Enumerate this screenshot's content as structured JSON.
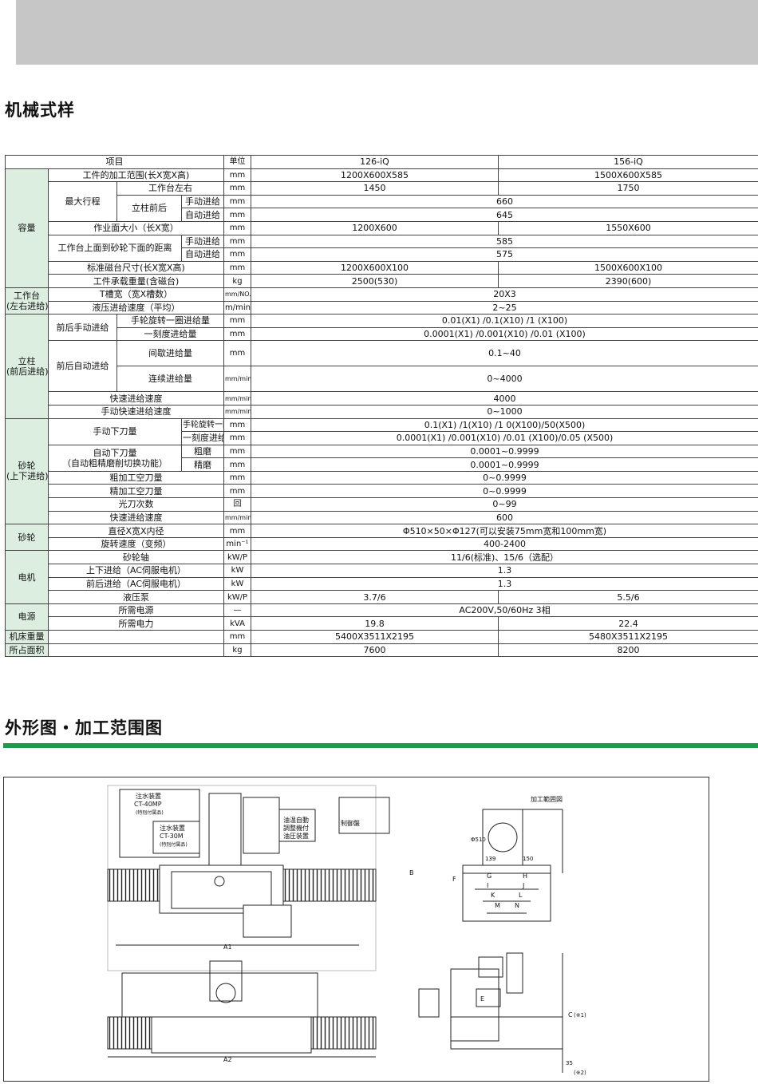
{
  "titles": {
    "spec": "机械式样",
    "drawing": "外形图・加工范围图"
  },
  "header": {
    "item": "项目",
    "unit": "单位",
    "model_a": "126-iQ",
    "model_b": "156-iQ"
  },
  "groups": {
    "capacity": "容量",
    "table_1": "工作台",
    "table_2": "(左右进给)",
    "column_1": "立柱",
    "column_2": "(前后进给)",
    "wheel_1": "砂轮",
    "wheel_2": "(上下进给)",
    "wheel_head": "砂轮",
    "motor": "电机",
    "power": "电源",
    "weight": "机床重量",
    "area": "所占面积"
  },
  "rows": {
    "r1": {
      "label": "工件的加工范围(长X宽X高)",
      "unit": "mm",
      "a": "1200X600X585",
      "b": "1500X600X585"
    },
    "r2": {
      "sub": "最大行程",
      "label": "工作台左右",
      "unit": "mm",
      "a": "1450",
      "b": "1750"
    },
    "r3": {
      "sub": "立柱前后",
      "label": "手动进给",
      "unit": "mm",
      "v": "660"
    },
    "r4": {
      "label": "自动进给",
      "unit": "mm",
      "v": "645"
    },
    "r5": {
      "label": "作业面大小（长X宽）",
      "unit": "mm",
      "a": "1200X600",
      "b": "1550X600"
    },
    "r6": {
      "sub": "工作台上面到砂轮下面的距离",
      "label": "手动进给",
      "unit": "mm",
      "v": "585"
    },
    "r7": {
      "label": "自动进给",
      "unit": "mm",
      "v": "575"
    },
    "r8": {
      "label": "标准磁台尺寸(长X宽X高)",
      "unit": "mm",
      "a": "1200X600X100",
      "b": "1500X600X100"
    },
    "r9": {
      "label": "工件承载重量(含磁台)",
      "unit": "kg",
      "a": "2500(530)",
      "b": "2390(600)"
    },
    "r10": {
      "label": "T槽宽（宽X槽数）",
      "unit": "mm/NO.",
      "v": "20X3"
    },
    "r11": {
      "label": "液压进给速度（平均）",
      "unit": "m/min",
      "v": "2~25"
    },
    "r12": {
      "sub": "前后手动进给",
      "label": "手轮旋转一圈进给量",
      "unit": "mm",
      "v": "0.01(X1) /0.1(X10) /1 (X100)"
    },
    "r13": {
      "label": "一刻度进给量",
      "unit": "mm",
      "v": "0.0001(X1) /0.001(X10) /0.01 (X100)"
    },
    "r14": {
      "sub": "前后自动进给",
      "label": "间歇进给量",
      "unit": "mm",
      "v": "0.1~40"
    },
    "r15": {
      "label": "连续进给量",
      "unit": "mm/min",
      "v": "0~4000"
    },
    "r16": {
      "label": "快速进给速度",
      "unit": "mm/min",
      "v": "4000"
    },
    "r17": {
      "label": "手动快速进给速度",
      "unit": "mm/min",
      "v": "0~1000"
    },
    "r18": {
      "sub": "手动下刀量",
      "label": "手轮旋转一圈进给量",
      "unit": "mm",
      "v": "0.1(X1) /1(X10) /1 0(X100)/50(X500)"
    },
    "r19": {
      "label": "一刻度进给量",
      "unit": "mm",
      "v": "0.0001(X1) /0.001(X10) /0.01 (X100)/0.05 (X500)"
    },
    "r20": {
      "sub1": "自动下刀量",
      "sub2": "（自动粗精磨削切换功能）",
      "label": "粗磨",
      "unit": "mm",
      "v": "0.0001~0.9999"
    },
    "r21": {
      "label": "精磨",
      "unit": "mm",
      "v": "0.0001~0.9999"
    },
    "r22": {
      "label": "粗加工空刀量",
      "unit": "mm",
      "v": "0~0.9999"
    },
    "r23": {
      "label": "精加工空刀量",
      "unit": "mm",
      "v": "0~0.9999"
    },
    "r24": {
      "label": "光刀次数",
      "unit": "回",
      "v": "0~99"
    },
    "r25": {
      "label": "快速进给速度",
      "unit": "mm/min",
      "v": "600"
    },
    "r26": {
      "label": "直径X宽X内径",
      "unit": "mm",
      "v": "Φ510×50×Φ127(可以安装75mm宽和100mm宽)"
    },
    "r27": {
      "label": "旋转速度（变频）",
      "unit": "min⁻¹",
      "v": "400-2400"
    },
    "r28": {
      "label": "砂轮轴",
      "unit": "kW/P",
      "v": "11/6(标准)、15/6（选配）"
    },
    "r29": {
      "label": "上下进给（AC伺服电机）",
      "unit": "kW",
      "v": "1.3"
    },
    "r30": {
      "label": "前后进给（AC伺服电机）",
      "unit": "kW",
      "v": "1.3"
    },
    "r31": {
      "label": "液压泵",
      "unit": "kW/P",
      "a": "3.7/6",
      "b": "5.5/6"
    },
    "r32": {
      "label": "所需电源",
      "unit": "—",
      "v": "AC200V,50/60Hz  3相"
    },
    "r33": {
      "label": "所需电力",
      "unit": "kVA",
      "a": "19.8",
      "b": "22.4"
    },
    "r34": {
      "unit": "mm",
      "a": "5400X3511X2195",
      "b": "5480X3511X2195"
    },
    "r35": {
      "unit": "kg",
      "a": "7600",
      "b": "8200"
    }
  },
  "drawing": {
    "coolant_a_1": "注水装置",
    "coolant_a_2": "CT-40MP",
    "coolant_a_3": "(特别付属品)",
    "coolant_b_1": "注水装置",
    "coolant_b_2": "CT-30M",
    "coolant_b_3": "(特别付属品)",
    "oil_1": "油温自動",
    "oil_2": "調整機付",
    "oil_3": "油圧装置",
    "control": "制御盤",
    "range": "加工範囲図",
    "dim_b": "B",
    "dim_a1": "A1",
    "dim_a2": "A2",
    "dim_f": "F",
    "dim_g": "G",
    "dim_h": "H",
    "dim_i": "I",
    "dim_j": "J",
    "dim_k": "K",
    "dim_l": "L",
    "dim_m": "M",
    "dim_n": "N",
    "dim_e": "E",
    "dim_c": "C",
    "dim_510": "Φ510",
    "dim_139": "139",
    "dim_150": "150",
    "dim_35": "35",
    "note_1": "(※1)",
    "note_2": "(※2)"
  }
}
